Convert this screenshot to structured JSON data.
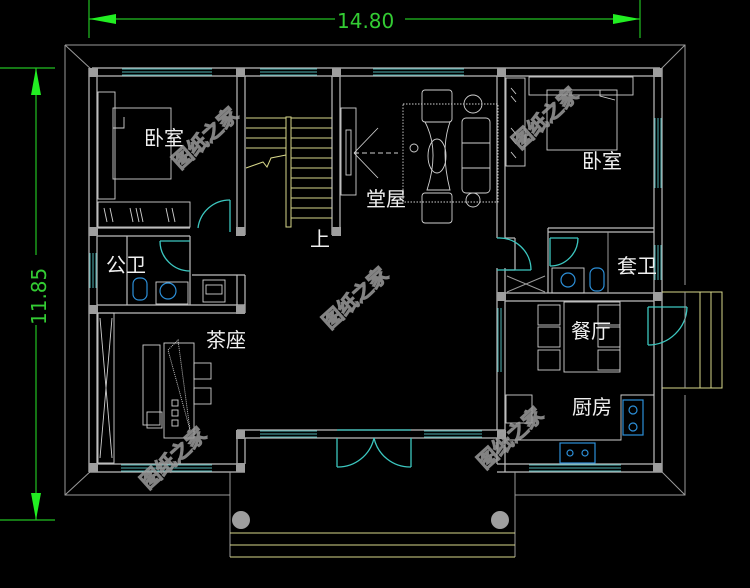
{
  "drawing": {
    "type": "floor-plan",
    "background": "#000000",
    "colors": {
      "walls": "#bdbdbd",
      "columns": "#9e9e9e",
      "windows": "#4fb3b3",
      "doors": "#3cc7c0",
      "stairs_steps": "#d8d88a",
      "dimensions": "#22c022",
      "fixtures": "#2c8fd8"
    }
  },
  "dimensions": {
    "width_label": "14.80",
    "height_label": "11.85"
  },
  "rooms": {
    "bedroom_left": "卧室",
    "bedroom_right": "卧室",
    "living_hall": "堂屋",
    "public_bath": "公卫",
    "suite_bath": "套卫",
    "tea_room": "茶座",
    "dining": "餐厅",
    "kitchen": "厨房"
  },
  "stair": {
    "up_label": "上"
  },
  "watermark": {
    "text": "图纸之家"
  }
}
